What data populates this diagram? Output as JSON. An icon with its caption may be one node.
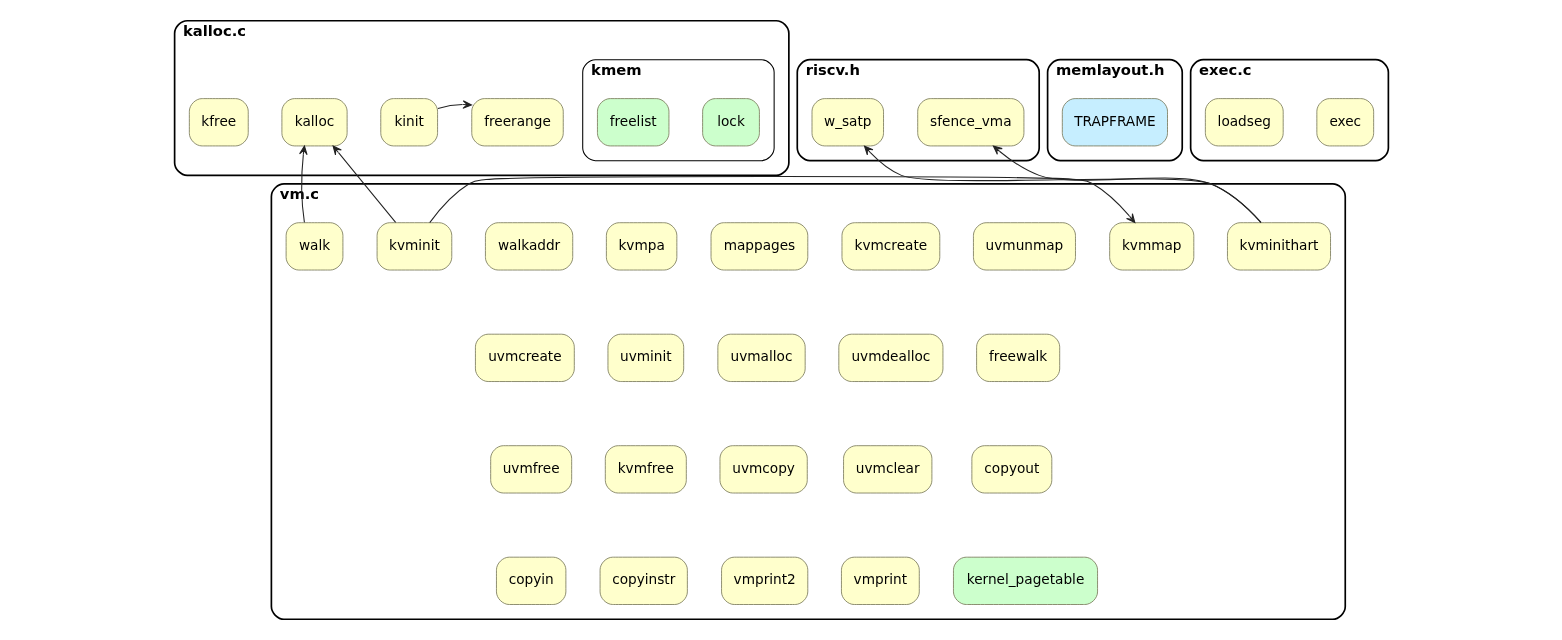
{
  "diagram": {
    "nodes": [
      {
        "text": [
          "kalloc.c"
        ]
      },
      {
        "text": [
          "kfree"
        ],
        "in": 0
      },
      {
        "text": [
          "kalloc"
        ],
        "in": 0
      },
      {
        "text": [
          "kinit"
        ],
        "in": 0
      },
      {
        "text": [
          "freerange"
        ],
        "in": 0
      },
      {
        "text": [
          "kmem"
        ],
        "in": 0
      },
      {
        "text": [
          "freelist"
        ],
        "in": 5
      },
      {
        "text": [
          "lock"
        ],
        "in": 5
      },
      {
        "text": [
          "riscv.h"
        ]
      },
      {
        "text": [
          "w_satp"
        ],
        "in": 8
      },
      {
        "text": [
          "sfence_vma"
        ],
        "in": 8
      },
      {
        "text": [
          "memlayout.h"
        ]
      },
      {
        "text": [
          "TRAPFRAME"
        ],
        "in": 11
      },
      {
        "text": [
          "exec.c"
        ]
      },
      {
        "text": [
          "loadseg"
        ],
        "in": 13
      },
      {
        "text": [
          "exec"
        ],
        "in": 13
      },
      {
        "text": [
          "vm.c"
        ]
      },
      {
        "text": [
          "walk"
        ],
        "in": 16
      },
      {
        "text": [
          "kvminit"
        ],
        "in": 16
      },
      {
        "text": [
          "walkaddr"
        ],
        "in": 16
      },
      {
        "text": [
          "kvmpa"
        ],
        "in": 16
      },
      {
        "text": [
          "mappages"
        ],
        "in": 16
      },
      {
        "text": [
          "kvmcreate"
        ],
        "in": 16
      },
      {
        "text": [
          "uvmunmap"
        ],
        "in": 16
      },
      {
        "text": [
          "kvmmap"
        ],
        "in": 16
      },
      {
        "text": [
          "kvminithart"
        ],
        "in": 16
      },
      {
        "text": [
          "uvmcreate"
        ],
        "in": 16
      },
      {
        "text": [
          "uvminit"
        ],
        "in": 16
      },
      {
        "text": [
          "uvmalloc"
        ],
        "in": 16
      },
      {
        "text": [
          "uvmdealloc"
        ],
        "in": 16
      },
      {
        "text": [
          "freewalk"
        ],
        "in": 16
      },
      {
        "text": [
          "uvmfree"
        ],
        "in": 16
      },
      {
        "text": [
          "kvmfree"
        ],
        "in": 16
      },
      {
        "text": [
          "uvmcopy"
        ],
        "in": 16
      },
      {
        "text": [
          "uvmclear"
        ],
        "in": 16
      },
      {
        "text": [
          "copyout"
        ],
        "in": 16
      },
      {
        "text": [
          "copyin"
        ],
        "in": 16
      },
      {
        "text": [
          "copyinstr"
        ],
        "in": 16
      },
      {
        "text": [
          "vmprint2"
        ],
        "in": 16
      },
      {
        "text": [
          "vmprint"
        ],
        "in": 16
      },
      {
        "text": [
          "kernel_pagetable"
        ],
        "in": 16
      }
    ],
    "edges": [
      {
        "from": 17,
        "to": 2,
        "arrow": "to"
      },
      {
        "from": 18,
        "to": 2,
        "arrow": "to"
      },
      {
        "from": 3,
        "to": 4,
        "arrow": "to"
      },
      {
        "from": 18,
        "to": 24,
        "arrow": "to"
      },
      {
        "from": 25,
        "to": 9,
        "arrow": "to"
      },
      {
        "from": 25,
        "to": 10,
        "arrow": "to"
      }
    ]
  }
}
